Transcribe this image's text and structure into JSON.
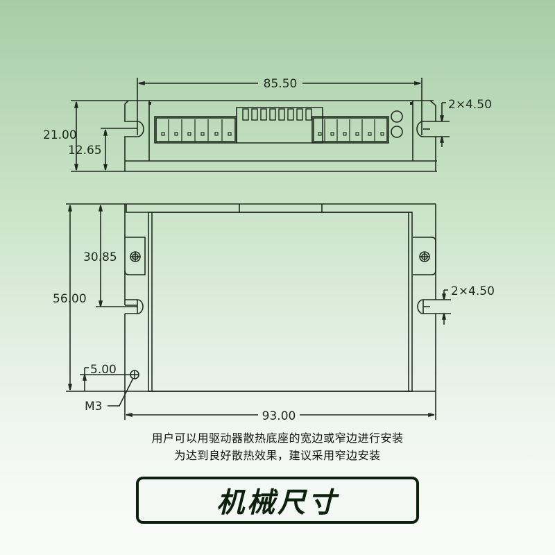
{
  "diagram": {
    "top_view": {
      "width_dim": "85.50",
      "height_dim": "21.00",
      "slot_height_dim": "12.65",
      "slot_dim": "2×4.50",
      "dip_switch_count": 8,
      "left_terminal_pins": 6,
      "right_terminal_pins": 6,
      "indicator_leds": 2
    },
    "front_view": {
      "height_dim": "56.00",
      "hole_height_dim": "30.85",
      "slot_dim": "2×4.50",
      "screw_offset_dim": "5.00",
      "screw_label": "M3",
      "width_dim": "93.00"
    }
  },
  "notes": {
    "line1": "用户可以用驱动器散热底座的宽边或窄边进行安装",
    "line2": "为达到良好散热效果，建议采用窄边安装"
  },
  "title": "机械尺寸",
  "colors": {
    "line": "#1e2a1e",
    "title_border": "#0d1f0d",
    "bg_top": "#a8cda6",
    "bg_bottom": "#f8faf8"
  }
}
